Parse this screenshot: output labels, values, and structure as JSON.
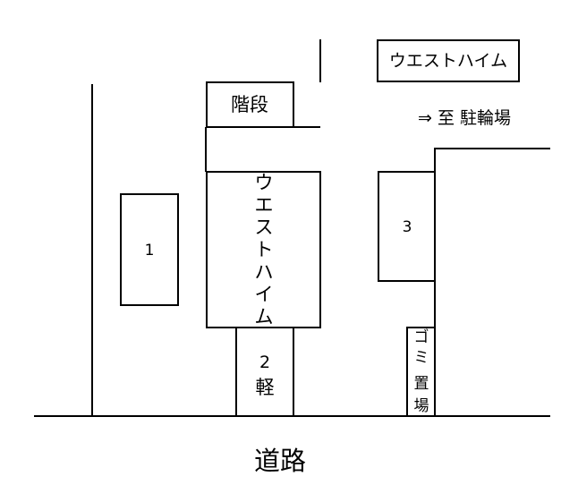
{
  "diagram": {
    "road_label": "道路",
    "building_name_top": "ウエストハイム",
    "stairs_label": "階段",
    "bicycle_parking_label": "⇒ 至 駐輪場",
    "main_building_vertical_label": [
      "ウ",
      "エ",
      "ス",
      "ト",
      "ハ",
      "イ",
      "ム"
    ],
    "lot1_label": "1",
    "lot2_number": "2",
    "lot2_type": "軽",
    "lot3_label": "3",
    "garbage_vertical_label": [
      "ゴ",
      "ミ",
      "置",
      "場"
    ]
  }
}
